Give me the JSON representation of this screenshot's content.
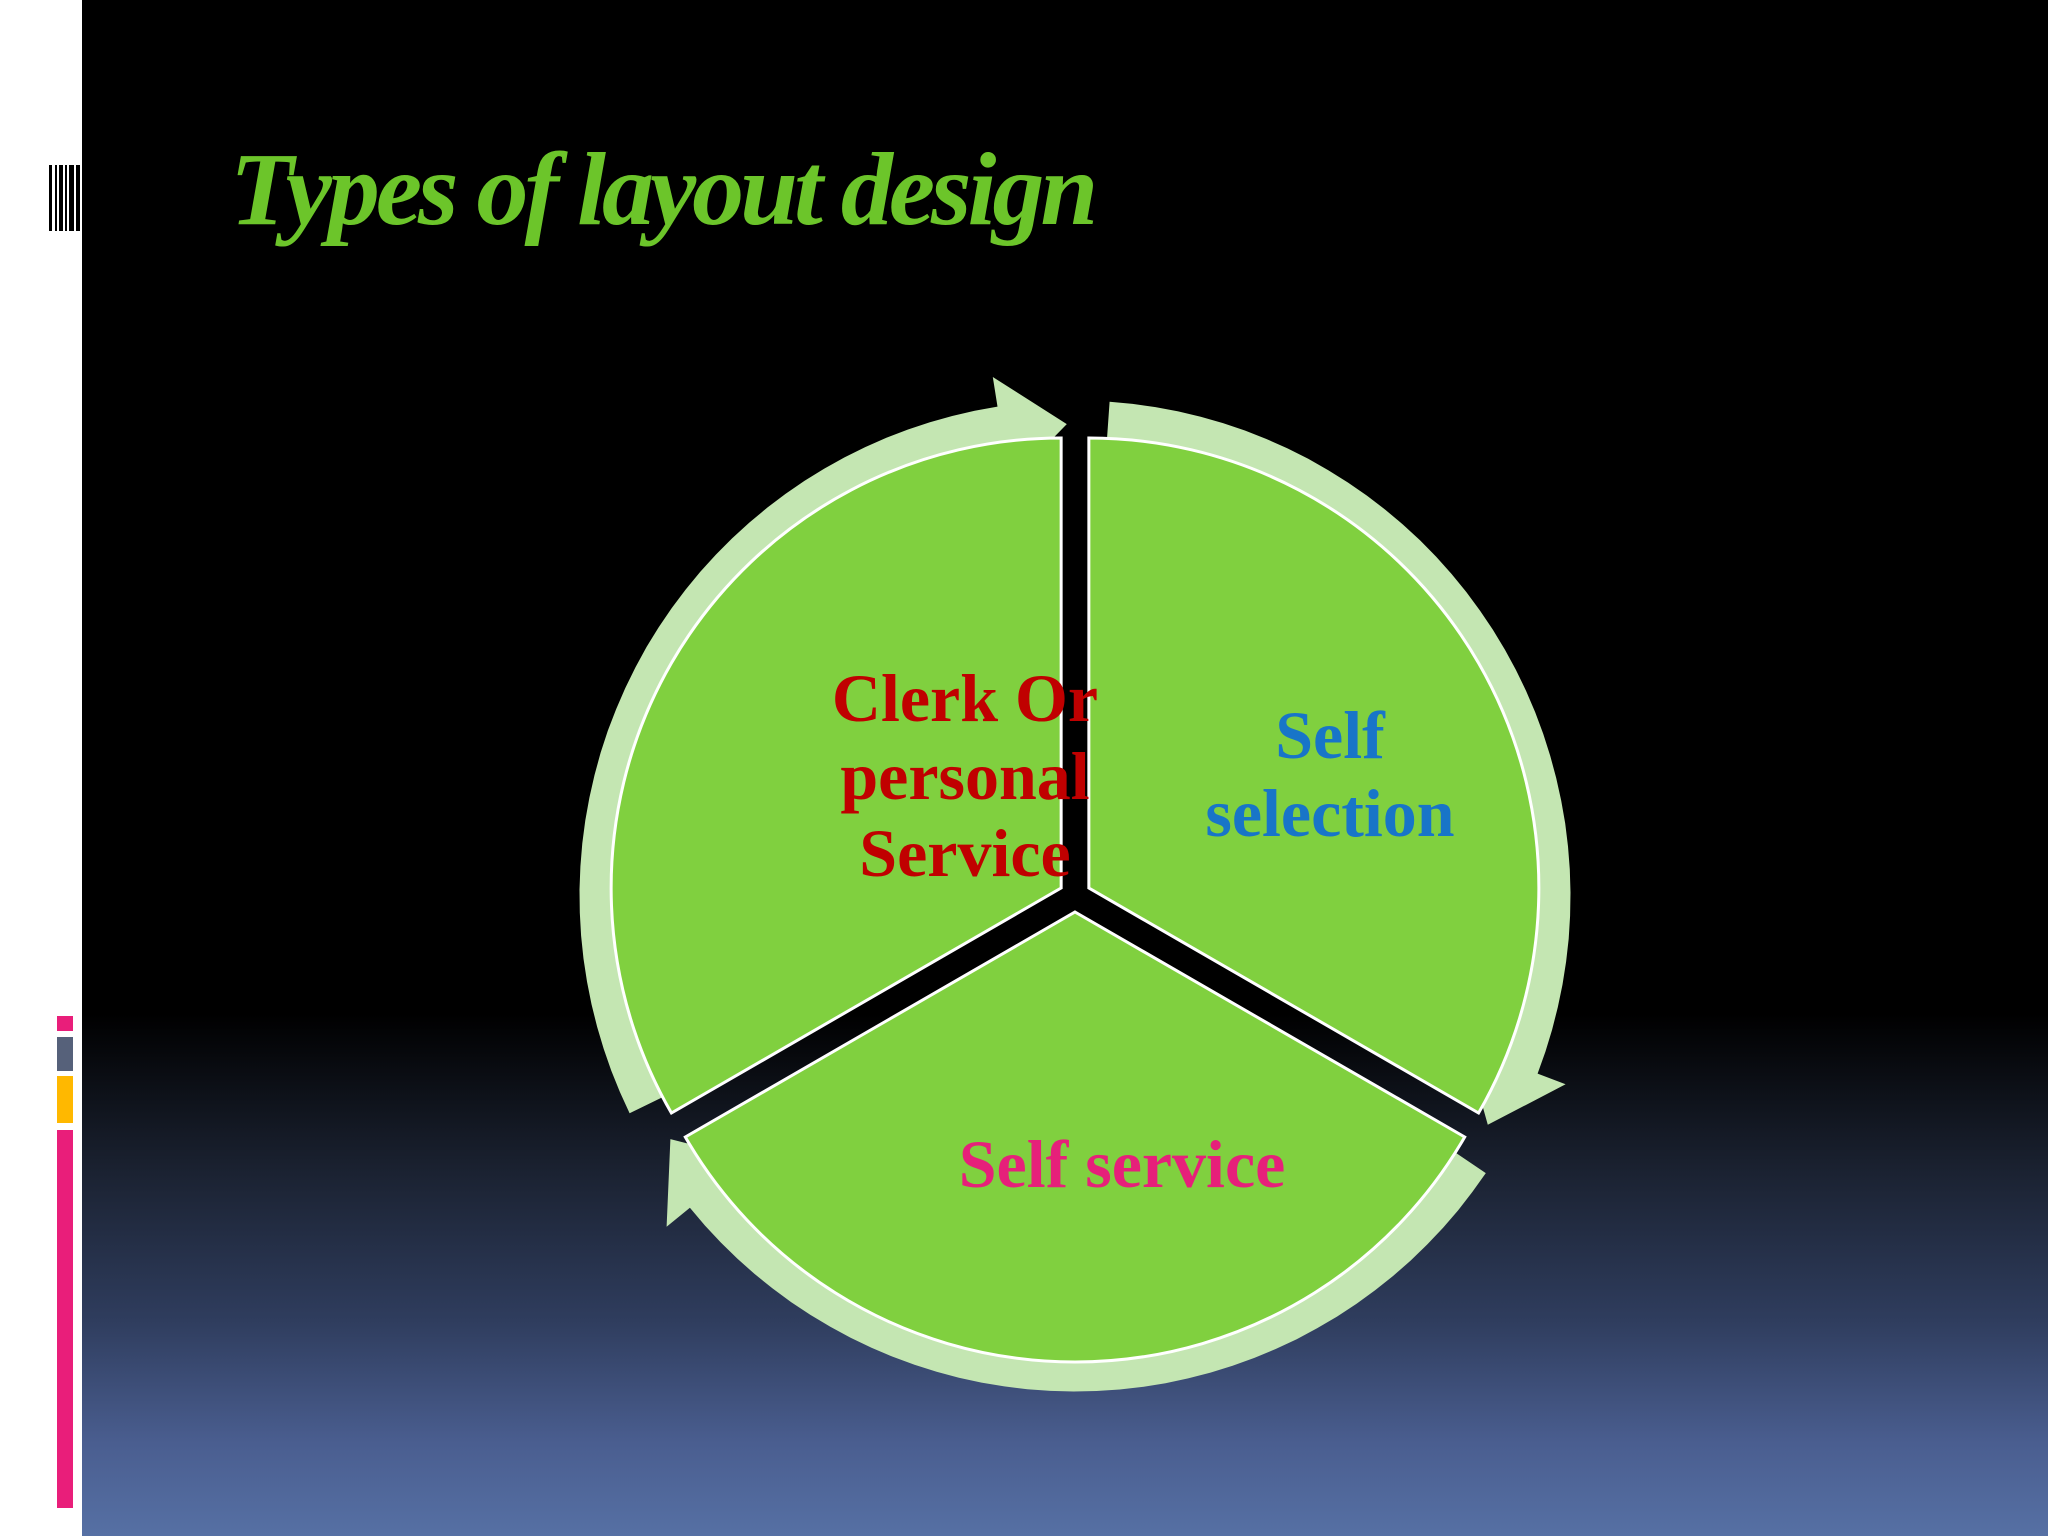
{
  "slide": {
    "title": "Types of layout design",
    "cycle": {
      "segments": [
        {
          "lines": [
            "Clerk Or",
            "personal",
            "Service"
          ],
          "text_color": "#c00000"
        },
        {
          "lines": [
            "Self",
            "selection"
          ],
          "text_color": "#1875c8"
        },
        {
          "lines": [
            "Self service"
          ],
          "text_color": "#e6207a"
        }
      ],
      "fill_color": "#80d03f",
      "ring_color": "#c4e6b2"
    }
  },
  "side_decoration": {
    "accent_colors": [
      "#e91e7a",
      "#56617a",
      "#ffb800",
      "#e91e7a"
    ]
  }
}
